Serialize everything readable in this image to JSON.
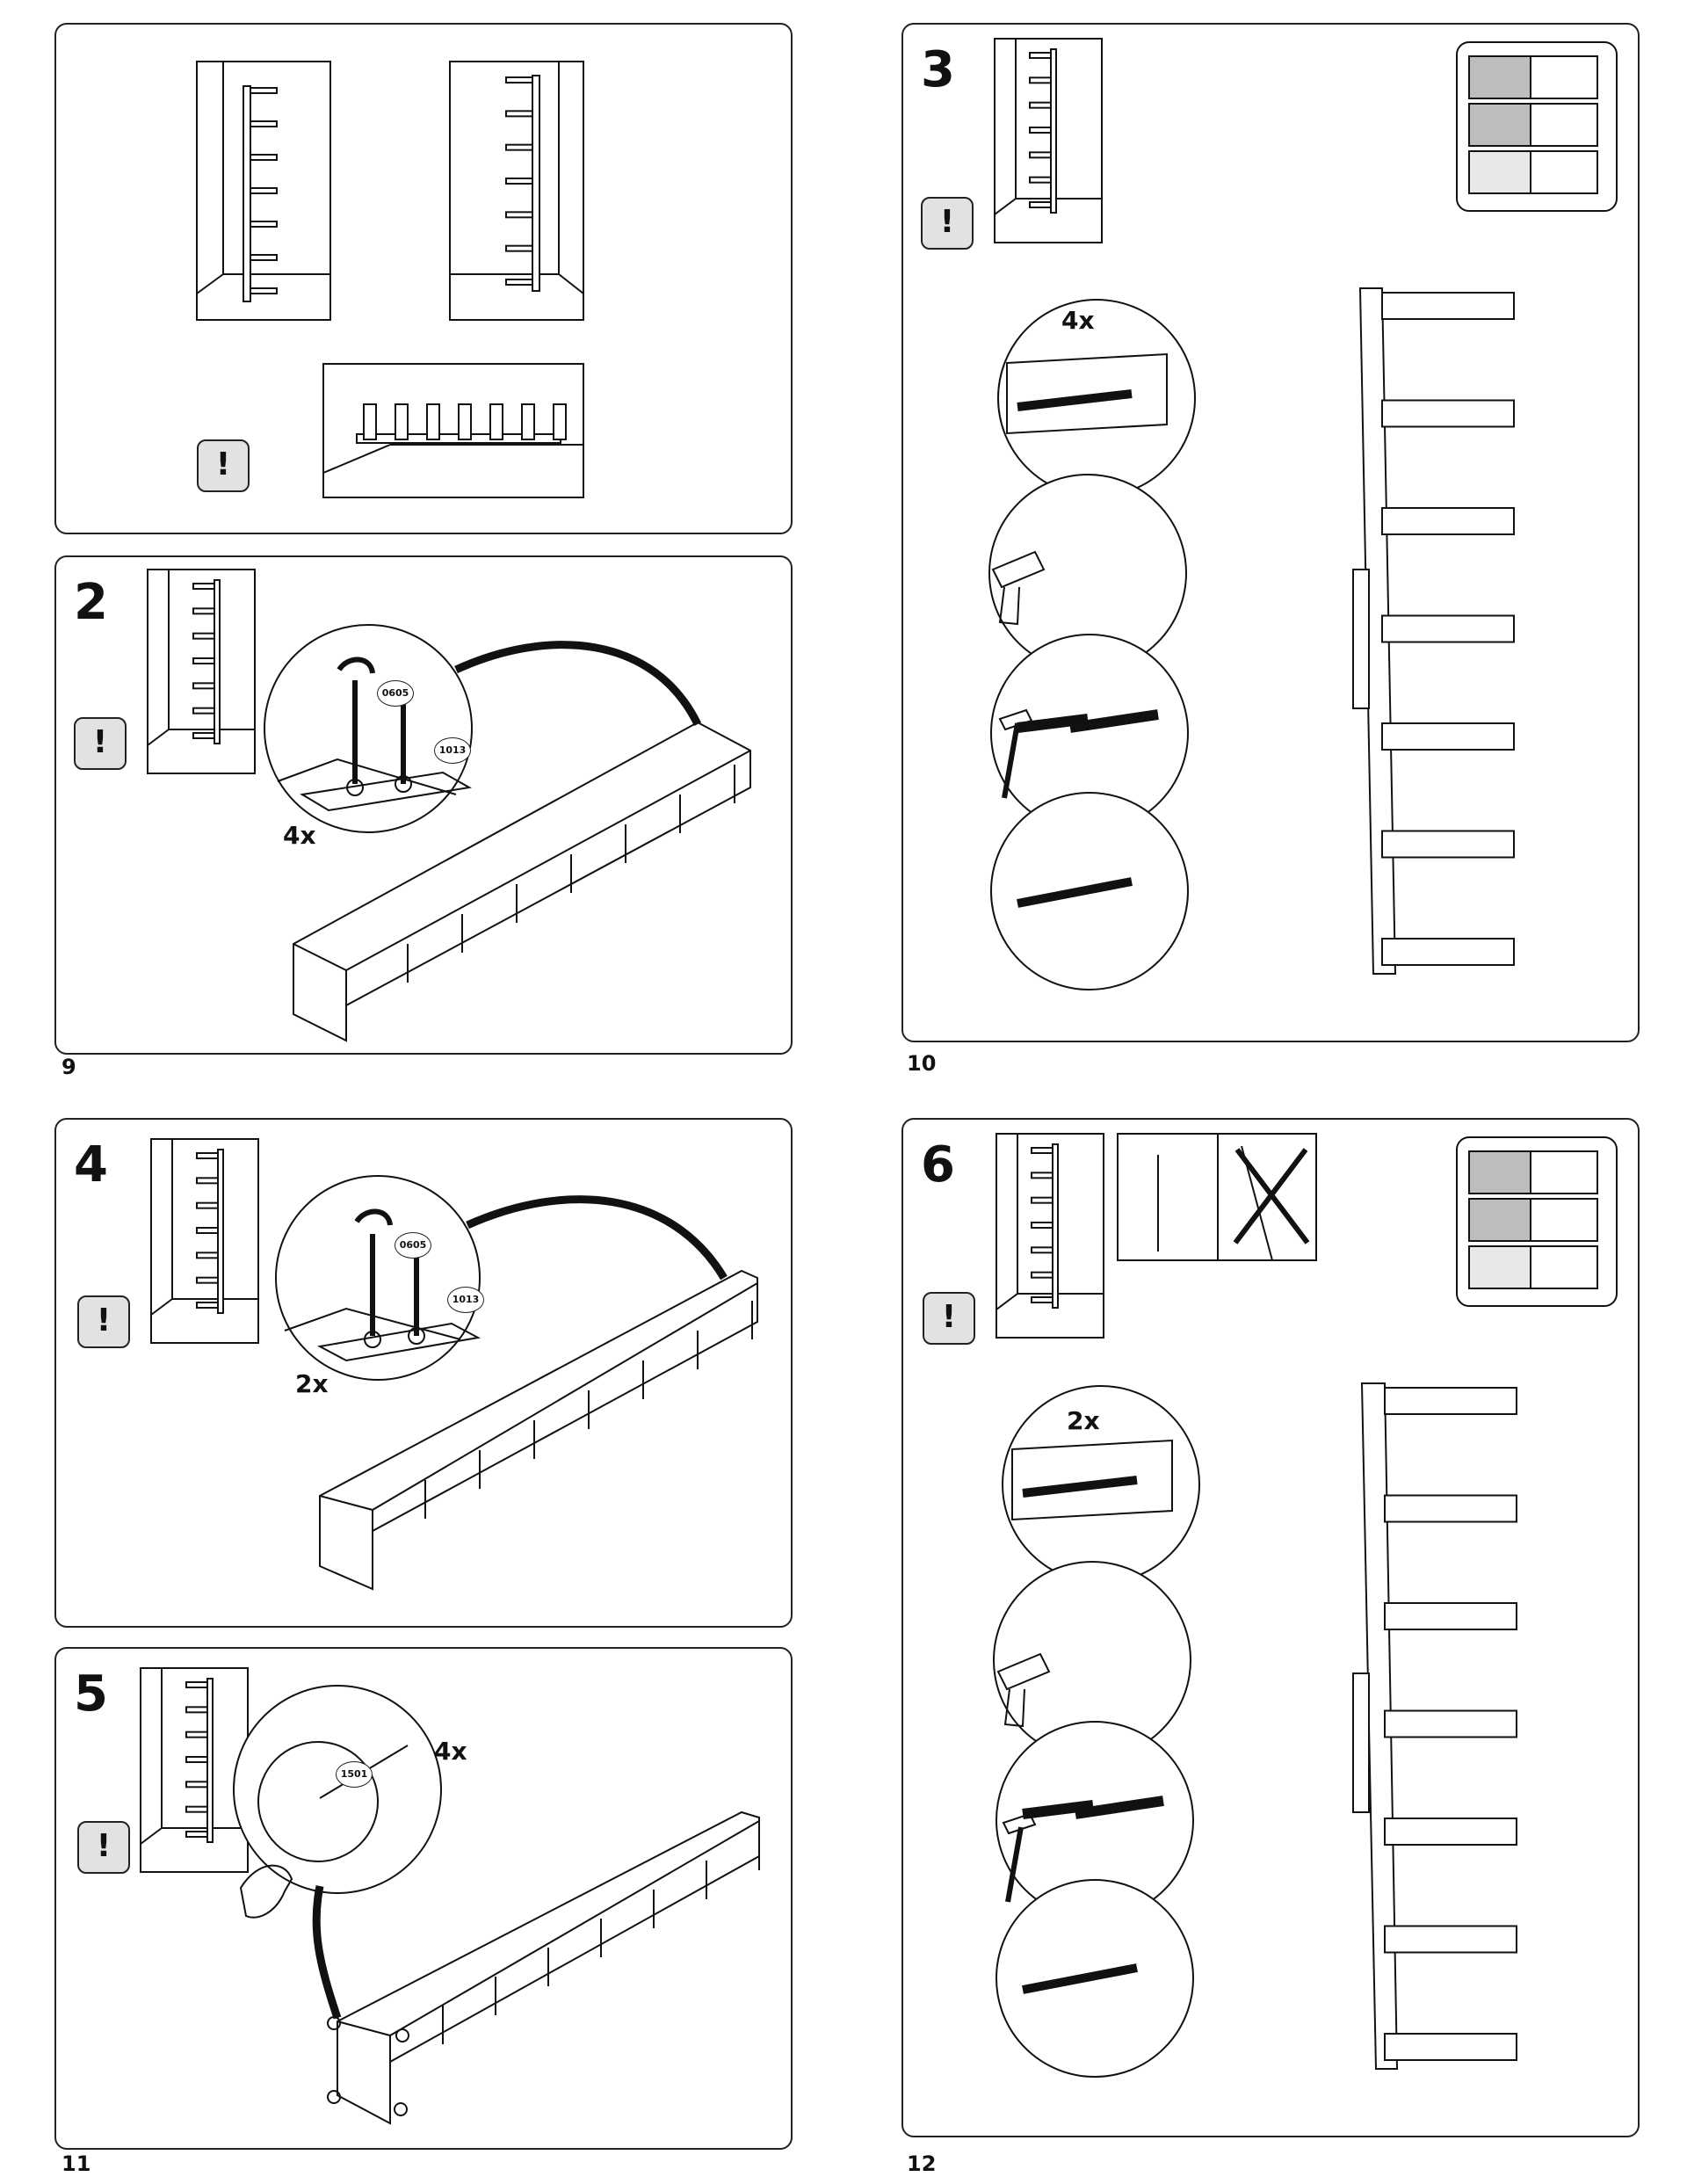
{
  "steps": {
    "s2": "2",
    "s3": "3",
    "s4": "4",
    "s5": "5",
    "s6": "6"
  },
  "page_numbers": {
    "p9": "9",
    "p10": "10",
    "p11": "11",
    "p12": "12"
  },
  "quantities": {
    "s2": "4x",
    "s3": "4x",
    "s4": "2x",
    "s5": "4x",
    "s6": "2x"
  },
  "parts": {
    "screw": "0605",
    "plate": "1013",
    "cap": "1501"
  },
  "warning_symbol": "!",
  "icons": [
    "warning-icon",
    "drill-icon",
    "hammer-icon",
    "hand-icon",
    "shelf-icon",
    "screw-icon",
    "wall-plug-icon"
  ]
}
